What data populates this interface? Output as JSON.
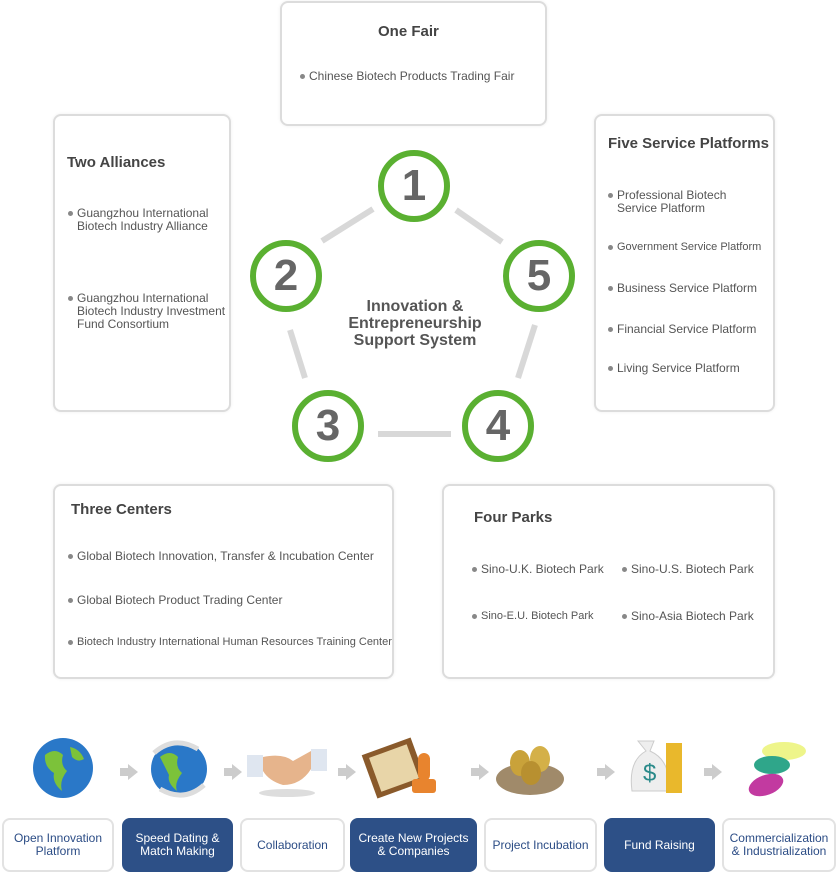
{
  "center_title": [
    "Innovation &",
    "Entrepreneurship",
    "Support System"
  ],
  "circles": [
    "1",
    "2",
    "3",
    "4",
    "5"
  ],
  "one_fair": {
    "title": "One Fair",
    "items": [
      "Chinese Biotech Products Trading Fair"
    ]
  },
  "two_alliances": {
    "title": "Two Alliances",
    "items": [
      "Guangzhou International Biotech Industry Alliance",
      "Guangzhou International Biotech Industry Investment Fund Consortium"
    ]
  },
  "three_centers": {
    "title": "Three Centers",
    "items": [
      "Global Biotech Innovation, Transfer & Incubation Center",
      "Global Biotech Product Trading Center",
      "Biotech Industry International Human Resources Training Center"
    ]
  },
  "four_parks": {
    "title": "Four Parks",
    "items": [
      "Sino-U.K. Biotech Park",
      "Sino-U.S. Biotech Park",
      "Sino-E.U. Biotech Park",
      "Sino-Asia Biotech Park"
    ]
  },
  "five_platforms": {
    "title": "Five Service Platforms",
    "items": [
      "Professional Biotech Service Platform",
      "Government Service Platform",
      "Business Service Platform",
      "Financial Service Platform",
      "Living Service Platform"
    ]
  },
  "steps": [
    {
      "label": "Open Innovation Platform",
      "icon": "globe-icon"
    },
    {
      "label": "Speed Dating & Match Making",
      "icon": "globe-arrows-icon"
    },
    {
      "label": "Collaboration",
      "icon": "handshake-icon"
    },
    {
      "label": "Create New Projects & Companies",
      "icon": "certificate-stamp-icon"
    },
    {
      "label": "Project Incubation",
      "icon": "golden-eggs-nest-icon"
    },
    {
      "label": "Fund Raising",
      "icon": "money-bag-icon"
    },
    {
      "label": "Commercialization & Industrialization",
      "icon": "capsules-icon"
    }
  ],
  "colors": {
    "green": "#5ab031",
    "navy": "#2d5087"
  }
}
